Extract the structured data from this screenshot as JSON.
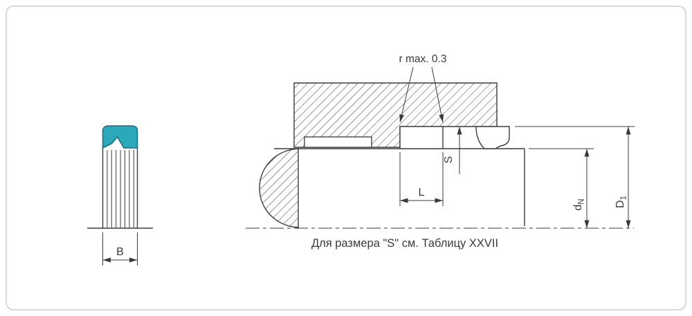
{
  "page": {
    "background": "#ffffff",
    "border_color": "#cccccc"
  },
  "drawing": {
    "colors": {
      "seal_fill": "#2BA8BA",
      "line": "#3a3a3a"
    },
    "labels": {
      "radius_note": "r  max. 0.3",
      "dim_b": "B",
      "dim_l": "L",
      "dim_s": "S",
      "dim_dn": {
        "main": "d",
        "sub": "N"
      },
      "dim_d1": {
        "main": "D",
        "sub": "1"
      },
      "footnote": "Для размера \"S\" см. Таблицу XXVII"
    }
  }
}
